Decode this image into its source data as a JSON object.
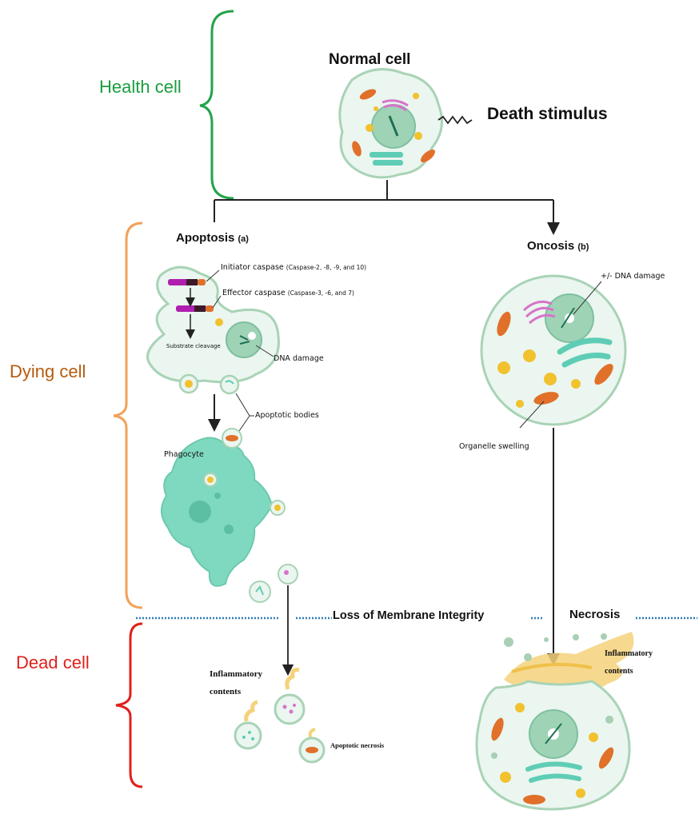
{
  "stages": {
    "health": {
      "label": "Health cell",
      "color": "#1a9e3f"
    },
    "dying": {
      "label": "Dying cell",
      "color": "#b85a0c",
      "bracket_color": "#f2a25a"
    },
    "dead": {
      "label": "Dead cell",
      "color": "#e0201b"
    }
  },
  "top": {
    "title": "Normal cell",
    "stimulus": "Death stimulus"
  },
  "apoptosis": {
    "title": "Apoptosis",
    "tag": "(a)",
    "initiator": "Initiator caspase",
    "initiator_detail": "(Caspase-2, -8, -9, and 10)",
    "effector": "Effector caspase",
    "effector_detail": "(Caspase-3, -6, and 7)",
    "substrate": "Substrate cleavage",
    "dna": "DNA damage",
    "bodies": "Apoptotic bodies",
    "phagocyte": "Phagocyte"
  },
  "oncosis": {
    "title": "Oncosis",
    "tag": "(b)",
    "dna": "+/- DNA damage",
    "swelling": "Organelle swelling"
  },
  "divider": {
    "loss": "Loss of Membrane Integrity",
    "necrosis": "Necrosis",
    "color": "#2e7bb5"
  },
  "dead": {
    "inflammatory_left_1": "Inflammatory",
    "inflammatory_left_2": "contents",
    "apoptotic_necrosis": "Apoptotic necrosis",
    "inflammatory_right_1": "Inflammatory",
    "inflammatory_right_2": "contents"
  },
  "colors": {
    "cell_fill": "#eaf6ef",
    "cell_stroke": "#a9d3b6",
    "nucleus": "#9fd3b6",
    "phagocyte": "#7fd9c0",
    "mito": "#e0702a",
    "vesicle": "#f2c12e",
    "golgi": "#d873c9",
    "er": "#5fcdb5",
    "spill": "#f5d27a"
  }
}
